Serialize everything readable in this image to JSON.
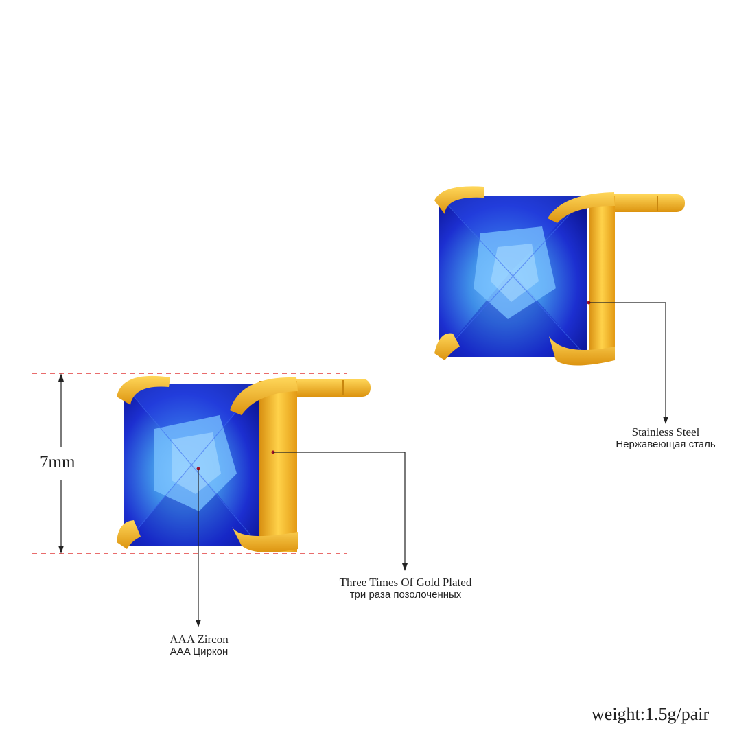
{
  "colors": {
    "gold": "#f2b12a",
    "sapphire": "#1f33d6",
    "sapphire_light": "#4fa4f0",
    "guide_line": "#e23b3b",
    "callout_dot": "#a0102a"
  },
  "dimension": {
    "label": "7mm"
  },
  "callouts": {
    "zircon": {
      "en": "AAA Zircon",
      "ru": "AAA  Циркон"
    },
    "plating": {
      "en": "Three Times Of Gold Plated",
      "ru": "три раза позолоченных"
    },
    "steel": {
      "en": "Stainless Steel",
      "ru": "Нержавеющая сталь"
    }
  },
  "weight": "weight:1.5g/pair"
}
